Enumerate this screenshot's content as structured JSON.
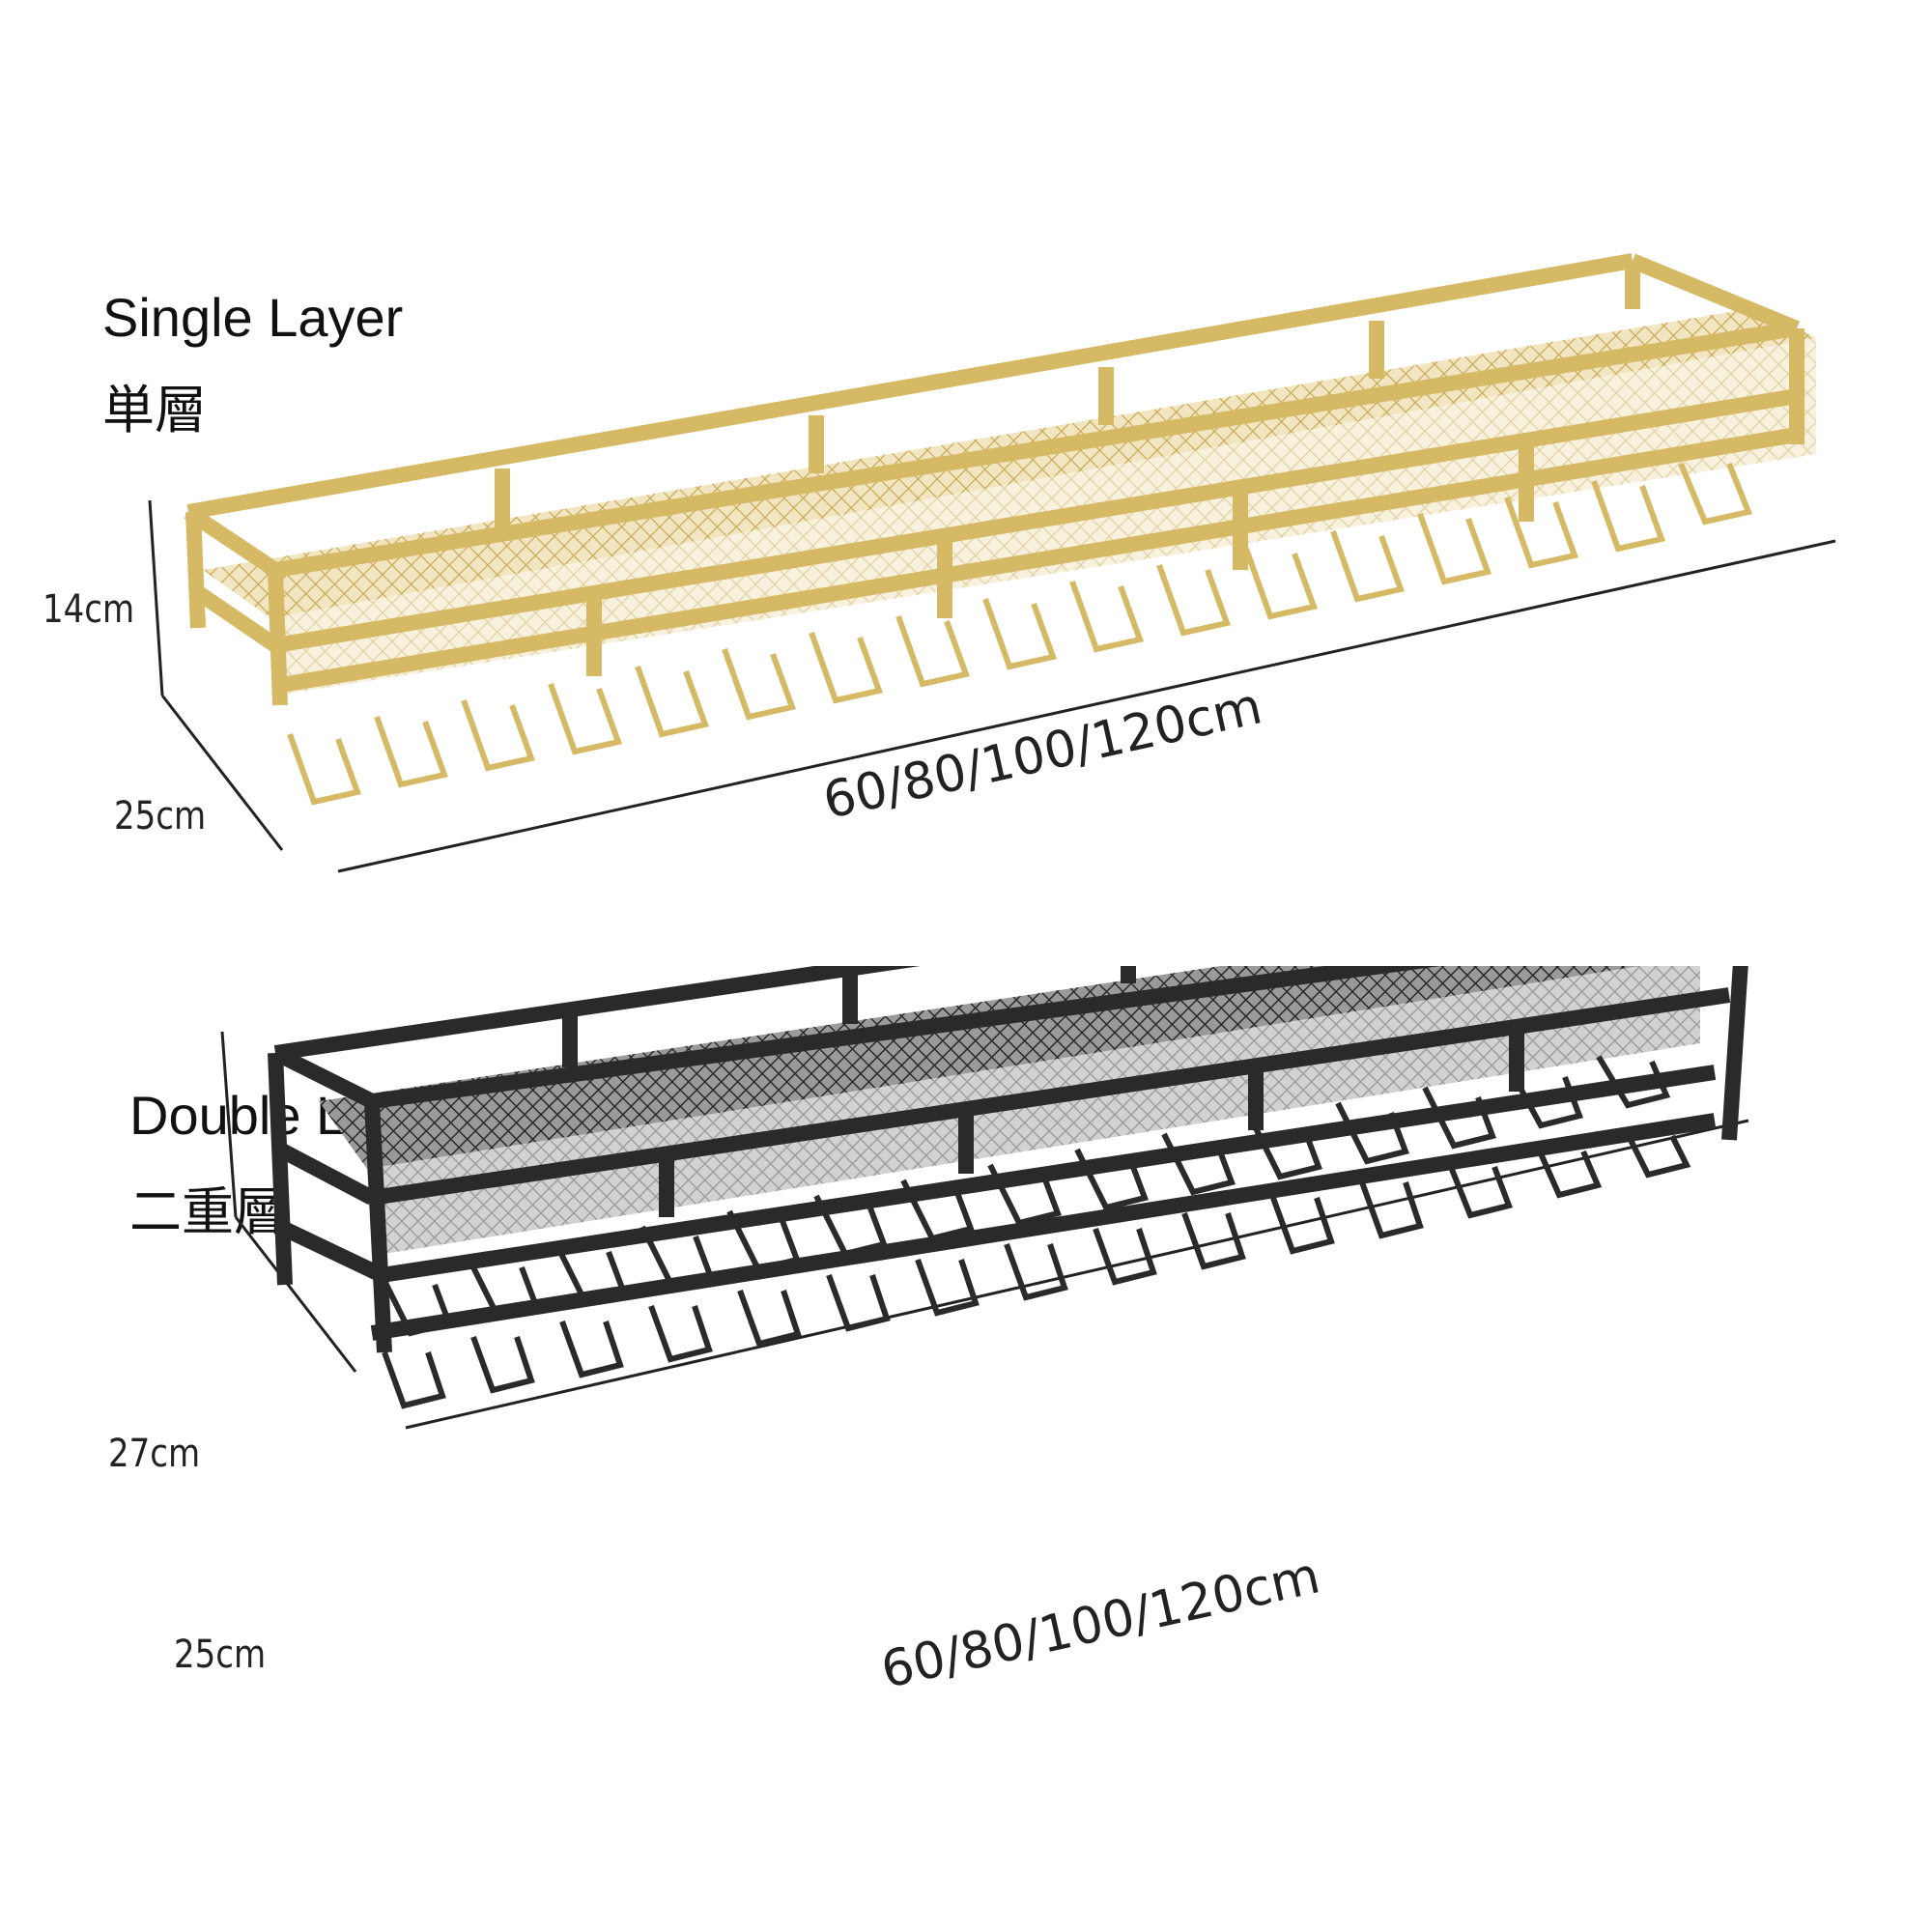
{
  "products": {
    "single": {
      "title_en": "Single Layer",
      "title_zh": "単層",
      "height": "14cm",
      "depth": "25cm",
      "width": "60/80/100/120cm",
      "color": "#d8bd6a"
    },
    "double": {
      "title_en": "Double Layer",
      "title_zh": "二重層",
      "height": "27cm",
      "depth": "25cm",
      "width": "60/80/100/120cm",
      "color": "#2a2a2a"
    }
  }
}
